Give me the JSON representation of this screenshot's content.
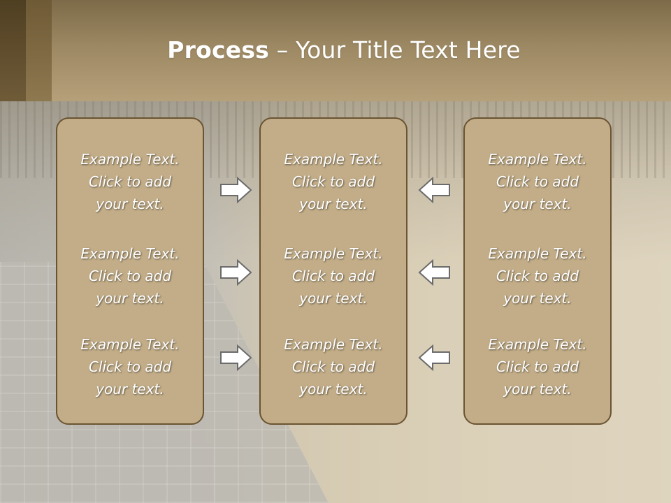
{
  "slide": {
    "title_bold": "Process",
    "title_rest": " – Your Title Text Here"
  },
  "columns": [
    {
      "items": [
        "Example Text.\nClick  to add\nyour text.",
        "Example Text.\nClick  to add\nyour text.",
        "Example Text.\nClick  to add\nyour text."
      ]
    },
    {
      "items": [
        "Example Text.\nClick  to add\nyour text.",
        "Example Text.\nClick  to add\nyour text.",
        "Example Text.\nClick  to add\nyour text."
      ]
    },
    {
      "items": [
        "Example Text.\nClick  to add\nyour text.",
        "Example Text.\nClick  to add\nyour text.",
        "Example Text.\nClick  to add\nyour text."
      ]
    }
  ],
  "arrows": {
    "left_group": "right-arrow-icon",
    "right_group": "left-arrow-icon"
  },
  "colors": {
    "header": "#9c8862",
    "box_fill": "#c2ad88",
    "box_border": "#6a5432",
    "text": "#ffffff"
  }
}
